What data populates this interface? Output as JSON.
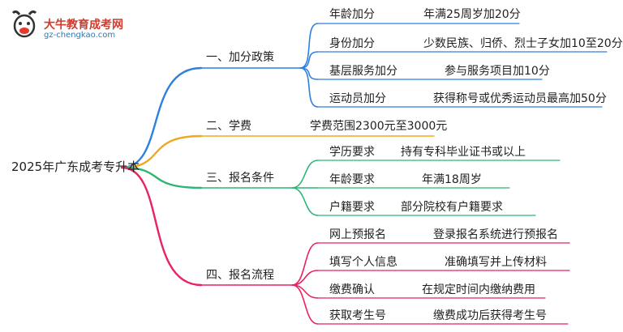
{
  "logo": {
    "name": "大牛教育成考网",
    "url": "gz-chengkao.com",
    "icon": "ox-mascot-icon"
  },
  "root": "2025年广东成考专升本",
  "branches": [
    {
      "label": "一、加分政策",
      "color": "#2d7fe0",
      "items": [
        {
          "key": "年龄加分",
          "value": "年满25周岁加20分"
        },
        {
          "key": "身份加分",
          "value": "少数民族、归侨、烈士子女加10至20分"
        },
        {
          "key": "基层服务加分",
          "value": "参与服务项目加10分"
        },
        {
          "key": "运动员加分",
          "value": "获得称号或优秀运动员最高加50分"
        }
      ]
    },
    {
      "label": "二、学费",
      "color": "#f1a81a",
      "items": [
        {
          "key": "",
          "value": "学费范围2300元至3000元"
        }
      ]
    },
    {
      "label": "三、报名条件",
      "color": "#2bb673",
      "items": [
        {
          "key": "学历要求",
          "value": "持有专科毕业证书或以上"
        },
        {
          "key": "年龄要求",
          "value": "年满18周岁"
        },
        {
          "key": "户籍要求",
          "value": "部分院校有户籍要求"
        }
      ]
    },
    {
      "label": "四、报名流程",
      "color": "#e8235f",
      "items": [
        {
          "key": "网上预报名",
          "value": "登录报名系统进行预报名"
        },
        {
          "key": "填写个人信息",
          "value": "准确填写并上传材料"
        },
        {
          "key": "缴费确认",
          "value": "在规定时间内缴纳费用"
        },
        {
          "key": "获取考生号",
          "value": "缴费成功后获得考生号"
        }
      ]
    }
  ]
}
